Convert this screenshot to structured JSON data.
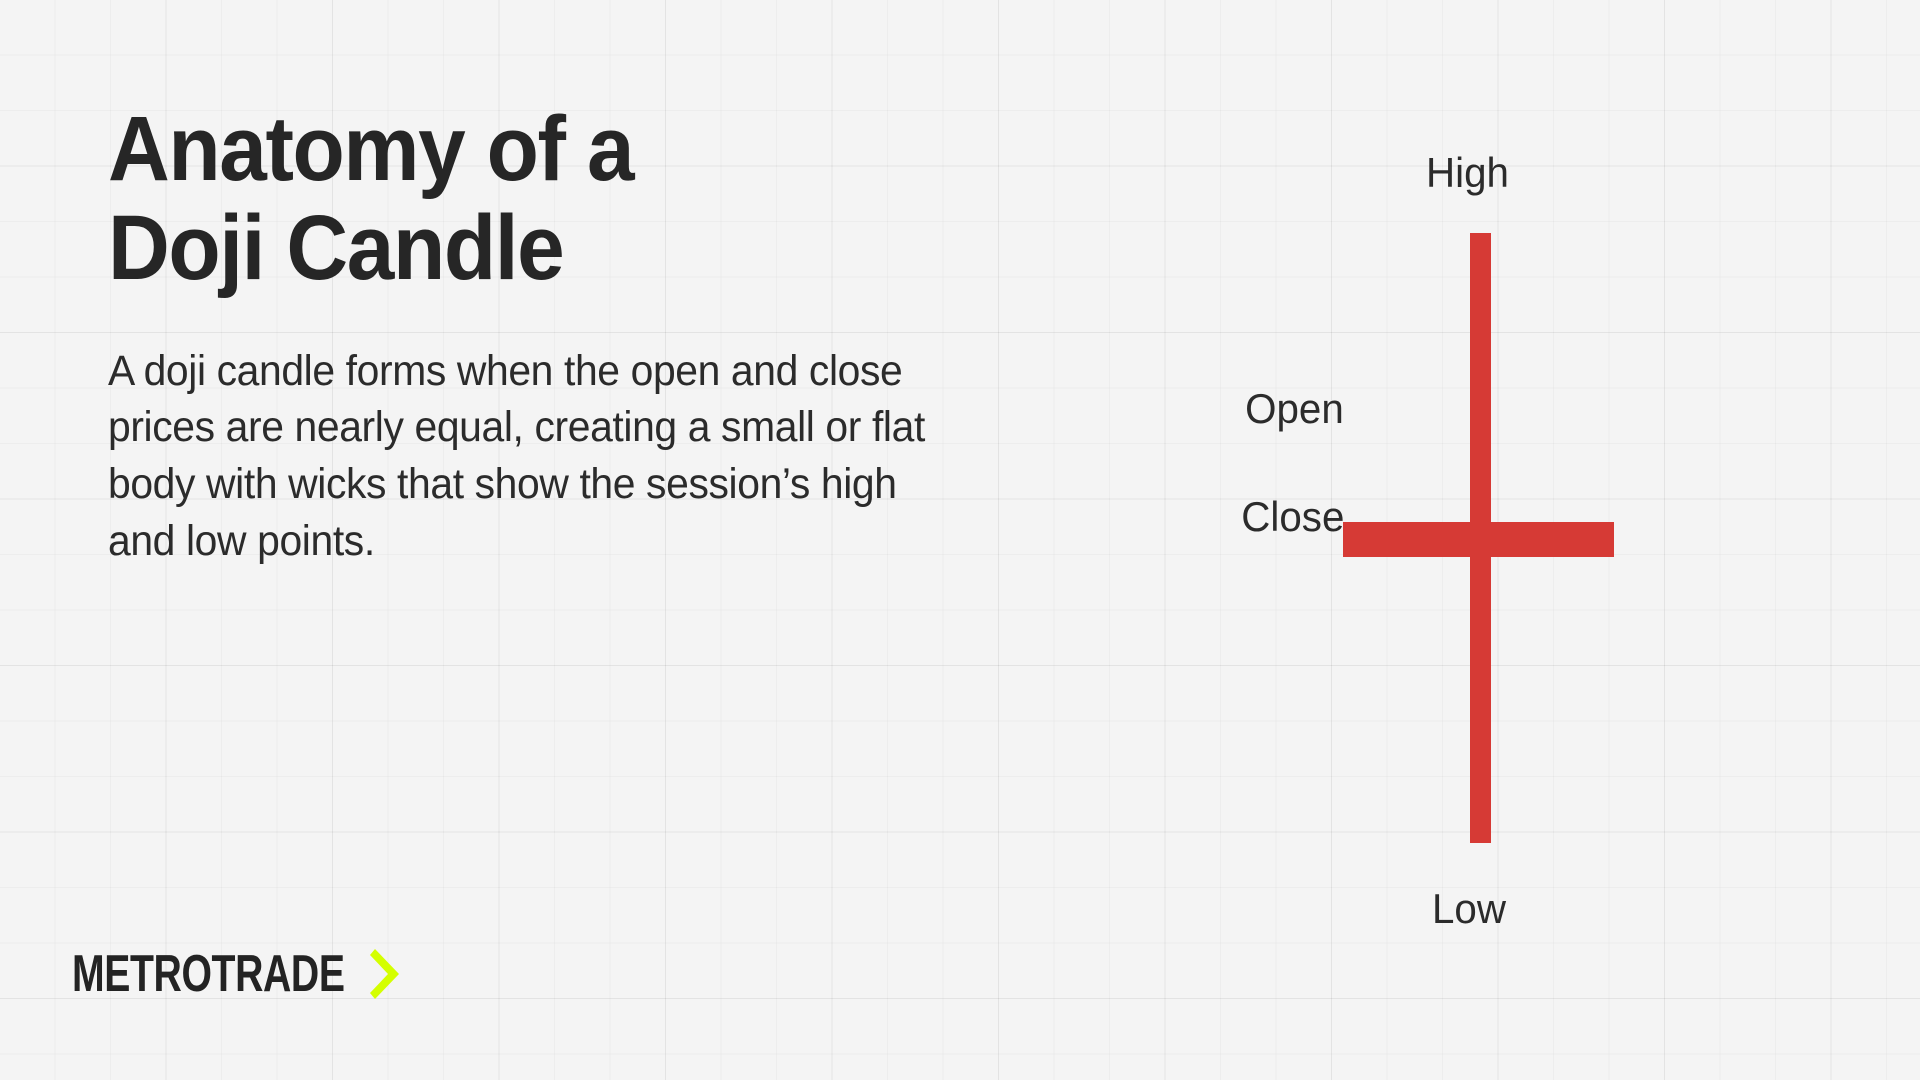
{
  "slide": {
    "headline": "Anatomy of a\nDoji Candle",
    "body": "A doji candle forms when the open and close prices are nearly equal, creating a small or flat body with wicks that show the session’s high and low points."
  },
  "brand": {
    "wordmark": "METROTRADE",
    "chevron_icon": "chevron-right-icon",
    "accent_color": "#d4ff00",
    "text_color": "#232323"
  },
  "colors": {
    "background": "#f4f4f4",
    "grid_line": "#e6e6e6",
    "candle_red": "#d63a35",
    "heading": "#262626",
    "body_text": "#2b2b2b"
  },
  "chart_data": {
    "type": "candlestick",
    "title": "Anatomy of a Doji Candle",
    "pattern": "doji",
    "series": [
      {
        "name": "Doji candle",
        "color": "#d63a35",
        "open": "Open",
        "close": "Close",
        "high": "High",
        "low": "Low"
      }
    ],
    "labels": {
      "high": "High",
      "open": "Open",
      "close": "Close",
      "low": "Low"
    },
    "notes": "Open and close are nearly equal, producing a flat body; long upper and lower wicks mark the session high and low.",
    "grid": true,
    "legend": "none",
    "xlabel": "",
    "ylabel": ""
  }
}
